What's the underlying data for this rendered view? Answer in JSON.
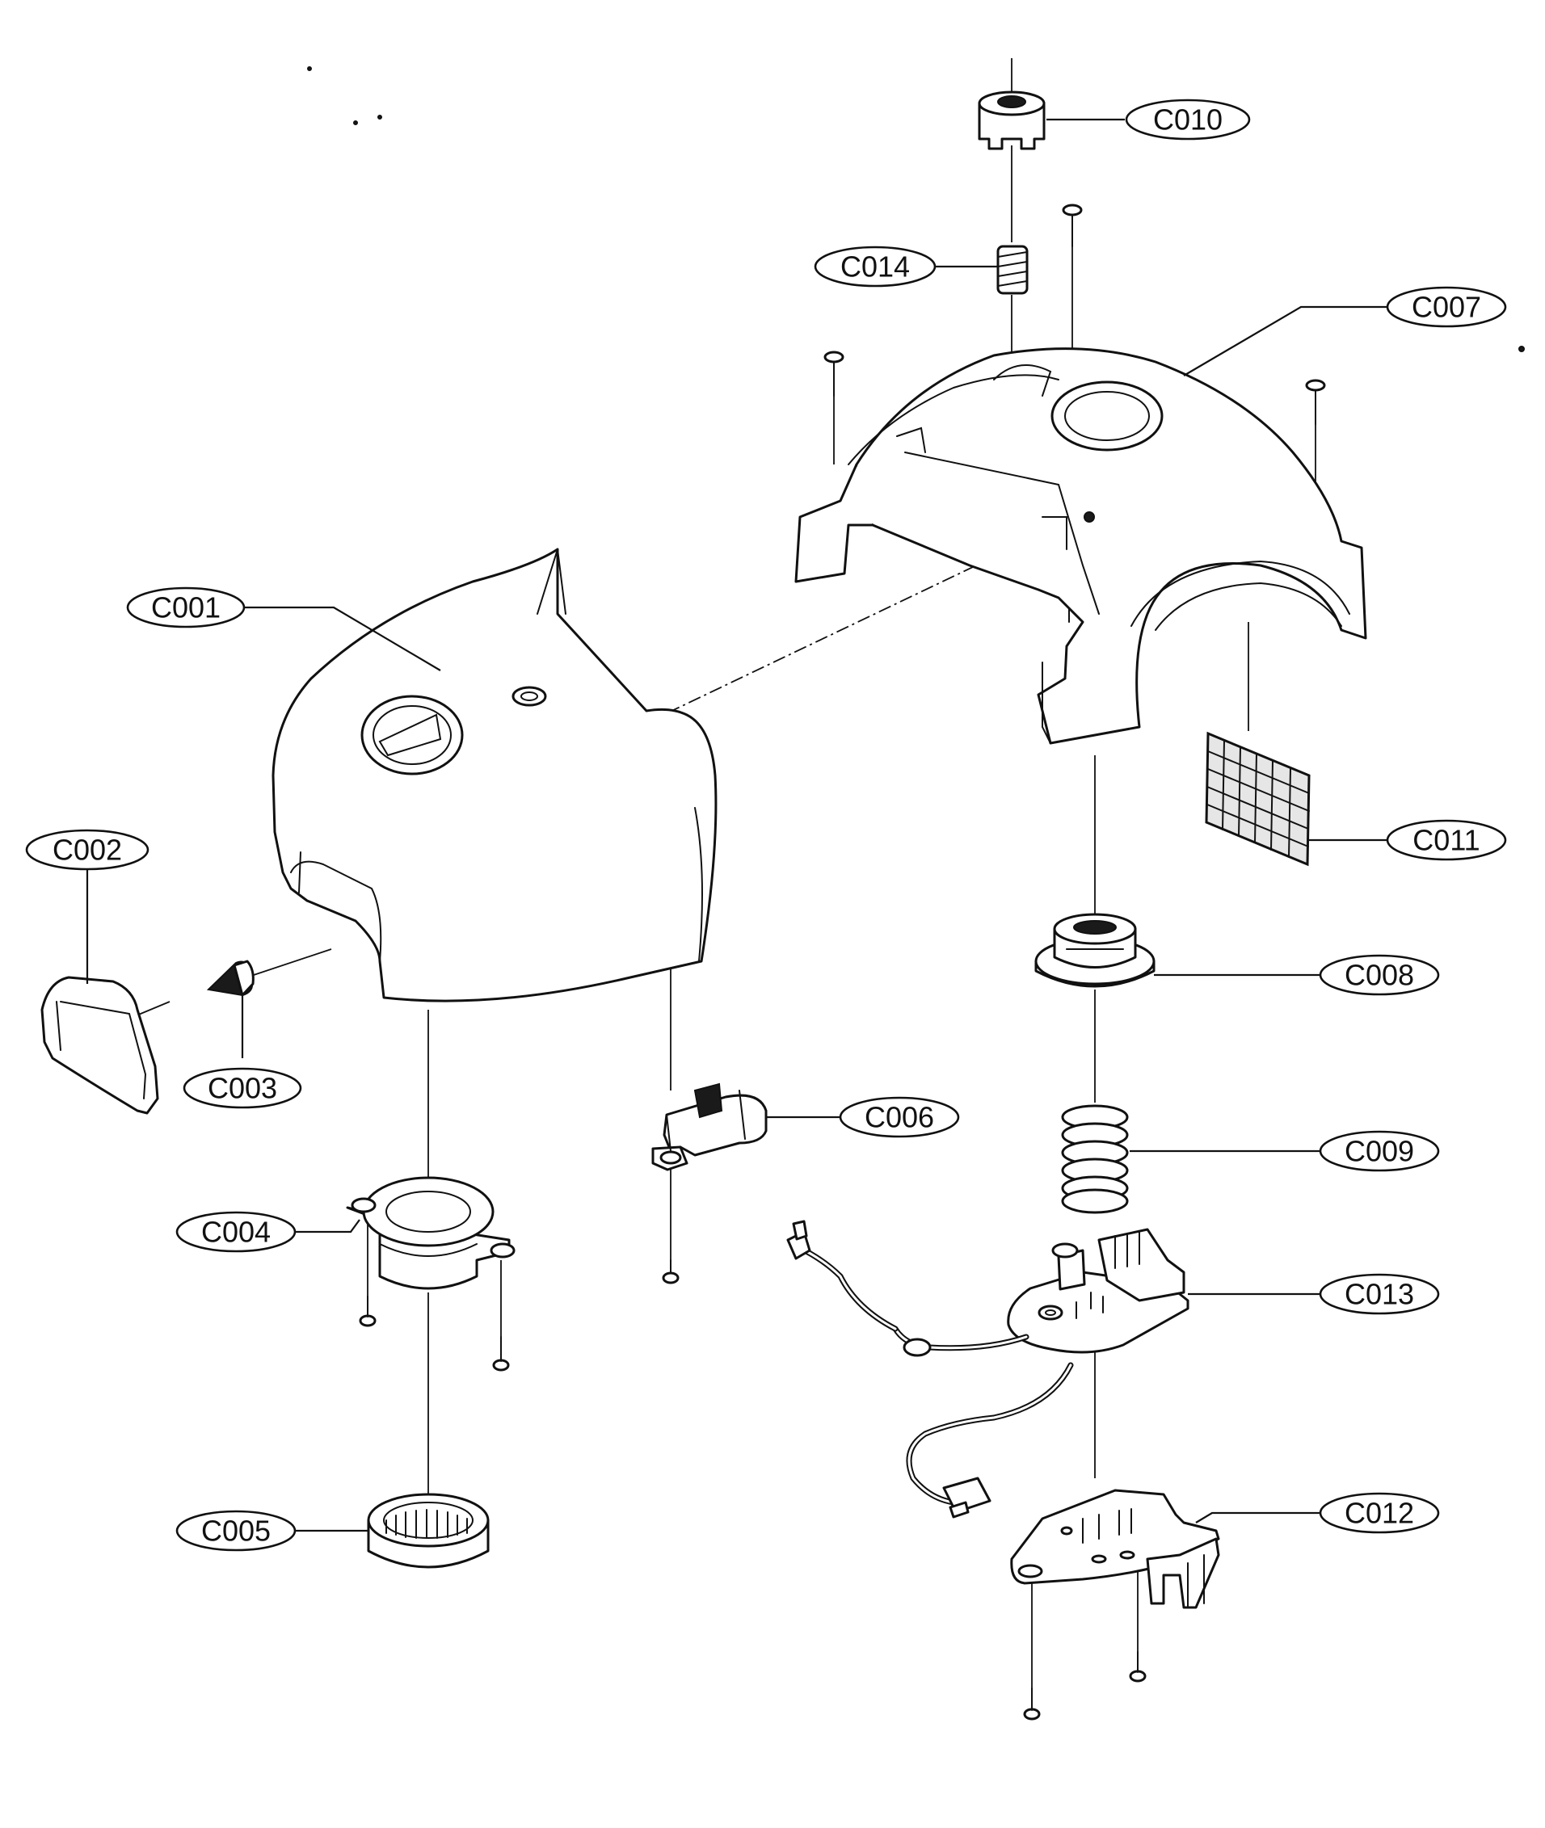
{
  "callouts": {
    "c001": "C001",
    "c002": "C002",
    "c003": "C003",
    "c004": "C004",
    "c005": "C005",
    "c006": "C006",
    "c007": "C007",
    "c008": "C008",
    "c009": "C009",
    "c010": "C010",
    "c011": "C011",
    "c012": "C012",
    "c013": "C013",
    "c014": "C014"
  },
  "colors": {
    "line": "#111111",
    "background": "#ffffff"
  }
}
